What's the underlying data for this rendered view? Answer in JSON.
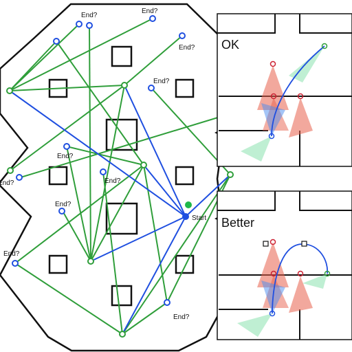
{
  "colors": {
    "green": "#2f9e3a",
    "blue": "#1f4fe0",
    "wall": "#111111",
    "robot_red": "#e8604c",
    "robot_blue": "#4a8cf0",
    "robot_green": "#7fe0a8"
  },
  "map": {
    "start_label": "Start",
    "goal_candidate_label": "End?",
    "goal_candidates_count_note": "",
    "icons": {
      "start": "filled-blue-dot",
      "goal_candidate": "hollow-blue-circle",
      "waypoint": "hollow-green-circle",
      "current": "filled-green-dot"
    }
  },
  "panels": {
    "top": {
      "title": "OK"
    },
    "bottom": {
      "title": "Better"
    }
  }
}
